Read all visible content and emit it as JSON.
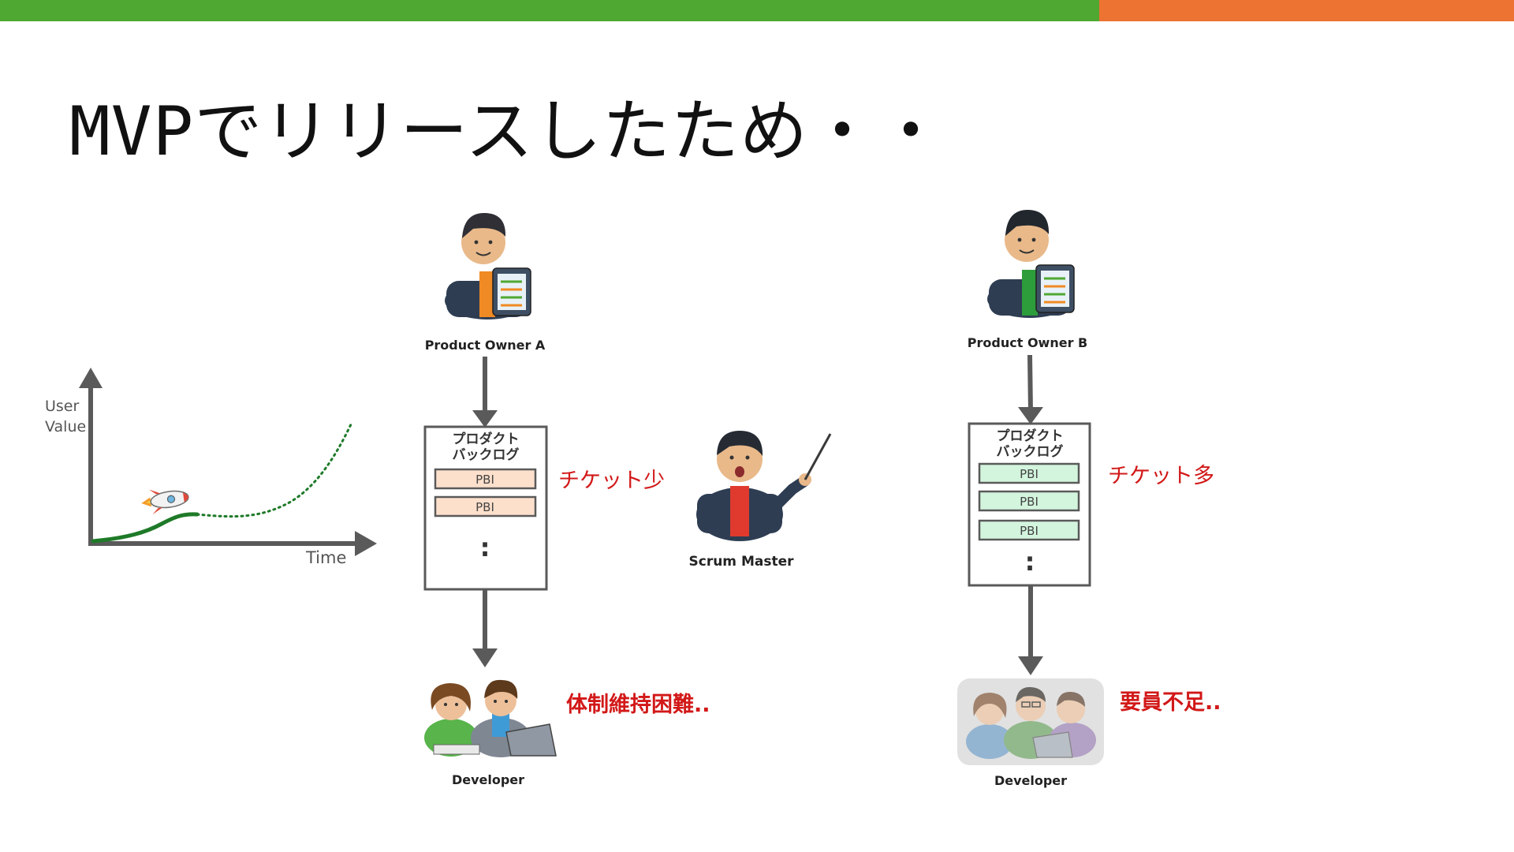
{
  "title": "MVPでリリースしたため・・",
  "colors": {
    "bar_green": "#4ea832",
    "bar_orange": "#ec7332",
    "arrow": "#5a5a5a",
    "pbi_orange_fill": "#fde0cc",
    "pbi_green_fill": "#d3f5de",
    "alert_red": "#d21818",
    "curve_green": "#1e7a28"
  },
  "graph": {
    "y_label_1": "User",
    "y_label_2": "Value",
    "x_label": "Time",
    "icon": "rocket-icon"
  },
  "left": {
    "po_label": "Product Owner A",
    "backlog_title_1": "プロダクト",
    "backlog_title_2": "バックログ",
    "pbi": [
      "PBI",
      "PBI"
    ],
    "ellipsis": ":",
    "ticket_note": "チケット少",
    "dev_label": "Developer",
    "dev_note": "体制維持困難.."
  },
  "scrum_master": {
    "label": "Scrum Master"
  },
  "right": {
    "po_label": "Product Owner B",
    "backlog_title_1": "プロダクト",
    "backlog_title_2": "バックログ",
    "pbi": [
      "PBI",
      "PBI",
      "PBI"
    ],
    "ellipsis": ":",
    "ticket_note": "チケット多",
    "dev_label": "Developer",
    "dev_note": "要員不足.."
  }
}
